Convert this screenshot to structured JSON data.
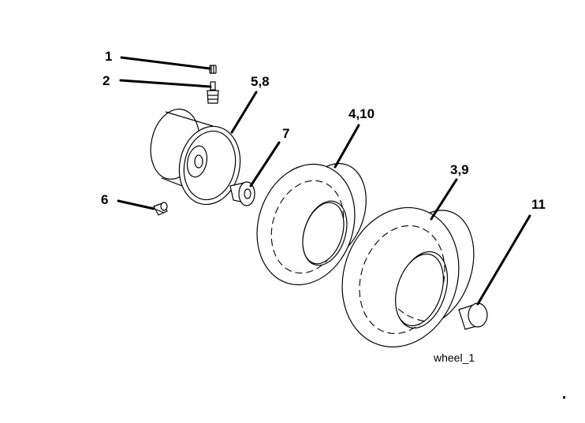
{
  "callouts": {
    "c1": "1",
    "c2": "2",
    "c58": "5,8",
    "c7": "7",
    "c410": "4,10",
    "c39": "3,9",
    "c6": "6",
    "c11": "11"
  },
  "caption": "wheel_1",
  "colors": {
    "ink": "#000000",
    "paper": "#ffffff"
  }
}
